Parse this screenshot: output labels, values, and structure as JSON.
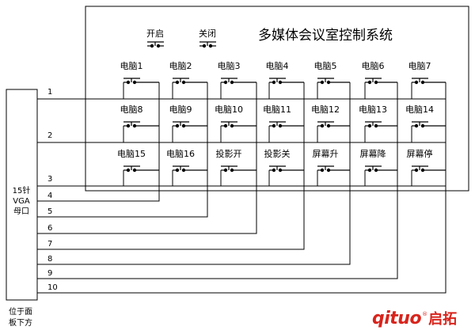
{
  "title": "多媒体会议室控制系统",
  "power_buttons": [
    "开启",
    "关闭"
  ],
  "switch_rows": [
    [
      "电脑1",
      "电脑2",
      "电脑3",
      "电脑4",
      "电脑5",
      "电脑6",
      "电脑7"
    ],
    [
      "电脑8",
      "电脑9",
      "电脑10",
      "电脑11",
      "电脑12",
      "电脑13",
      "电脑14"
    ],
    [
      "电脑15",
      "电脑16",
      "投影开",
      "投影关",
      "屏幕升",
      "屏幕降",
      "屏幕停"
    ]
  ],
  "connector": {
    "label_lines": [
      "15针",
      "VGA",
      "母口"
    ],
    "pins": [
      "1",
      "2",
      "3",
      "4",
      "5",
      "6",
      "7",
      "8",
      "9",
      "10"
    ],
    "note_lines": [
      "位于面",
      "板下方"
    ]
  },
  "brand": {
    "latin": "qituo",
    "registered": "®",
    "cjk": "启拓"
  },
  "colors": {
    "line": "#000000",
    "brand": "#d8241c",
    "background": "#ffffff"
  }
}
